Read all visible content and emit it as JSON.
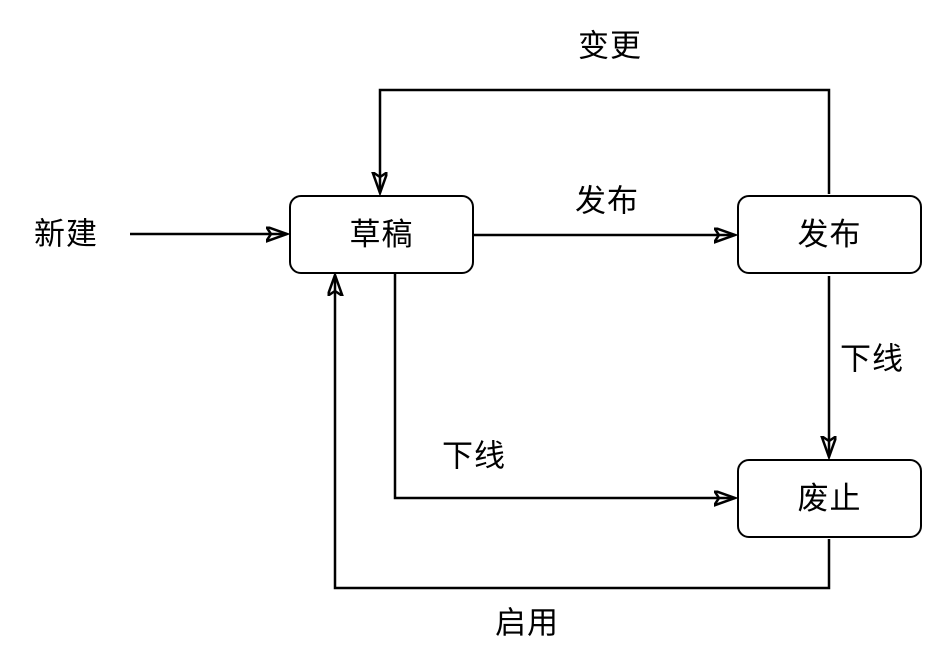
{
  "diagram": {
    "type": "state-machine-flowchart",
    "nodes": [
      {
        "id": "draft",
        "label": "草稿"
      },
      {
        "id": "published",
        "label": "发布"
      },
      {
        "id": "deprecated",
        "label": "废止"
      }
    ],
    "edges": [
      {
        "from": "start",
        "to": "draft",
        "label": "新建"
      },
      {
        "from": "draft",
        "to": "published",
        "label": "发布"
      },
      {
        "from": "published",
        "to": "draft",
        "label": "变更"
      },
      {
        "from": "published",
        "to": "deprecated",
        "label": "下线"
      },
      {
        "from": "draft",
        "to": "deprecated",
        "label": "下线"
      },
      {
        "from": "deprecated",
        "to": "draft",
        "label": "启用"
      }
    ],
    "colors": {
      "stroke": "#000000",
      "node_fill": "#ffffff",
      "text": "#000000",
      "background": "#ffffff"
    }
  }
}
